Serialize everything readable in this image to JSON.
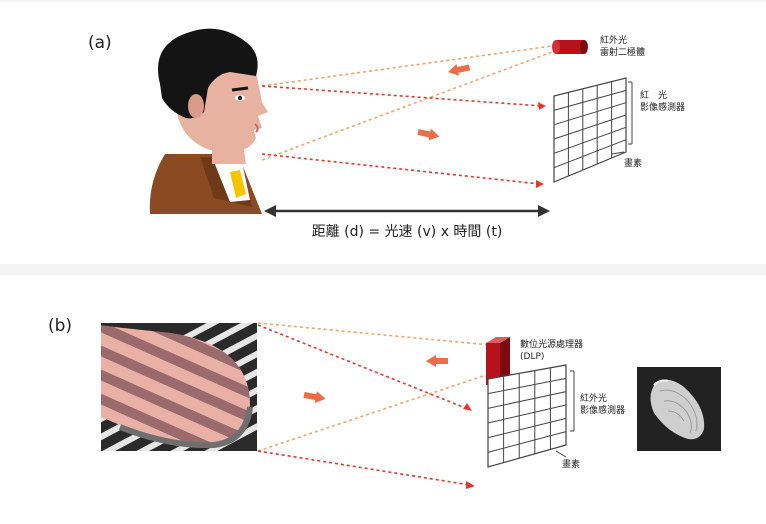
{
  "panel_a": {
    "label": "(a)",
    "emitter_label_line1": "紅外光",
    "emitter_label_line2": "雷射二極體",
    "sensor_label_line1": "紅　光",
    "sensor_label_line2": "影像感測器",
    "pixel_label": "畫素",
    "formula": "距離 (d) = 光速 (v) x 時間 (t)"
  },
  "panel_b": {
    "label": "(b)",
    "projector_label_line1": "數位光源處理器",
    "projector_label_line2": "(DLP)",
    "sensor_label_line1": "紅外光",
    "sensor_label_line2": "影像感測器",
    "pixel_label": "畫素"
  },
  "colors": {
    "beam_red": "#e8352e",
    "beam_orange": "#f2a46e",
    "arrow_orange": "#ee6d45",
    "emitter_red": "#b5121b",
    "grid_stroke": "#444444",
    "formula_arrow": "#333333"
  }
}
